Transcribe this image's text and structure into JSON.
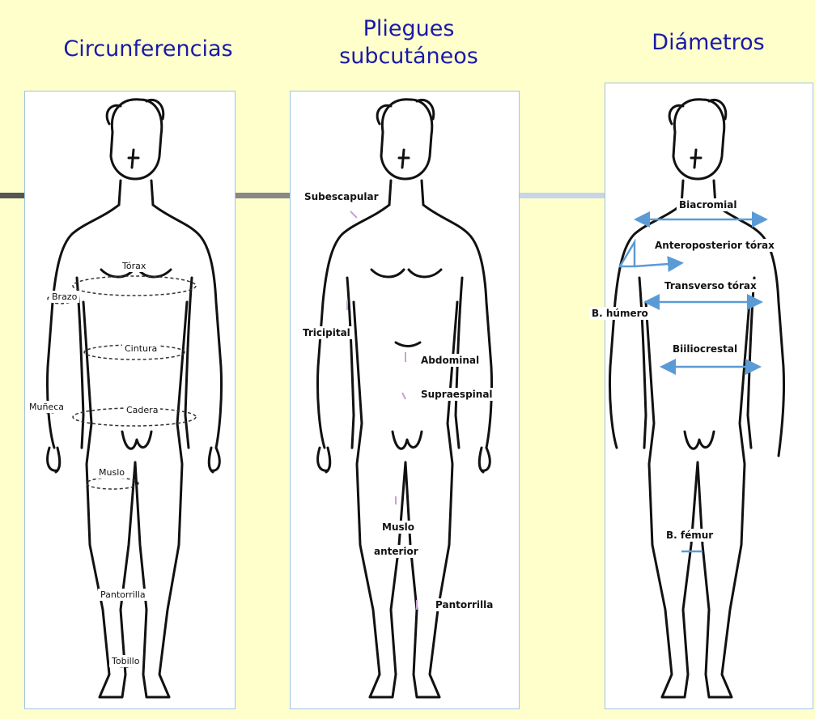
{
  "titles": {
    "circ": "Circunferencias",
    "pliegues_1": "Pliegues",
    "pliegues_2": "subcutáneos",
    "diam": "Diámetros"
  },
  "circunferencias": {
    "torax": "Tórax",
    "brazo": "Brazo",
    "cintura": "Cintura",
    "muneca": "Muñeca",
    "cadera": "Cadera",
    "muslo": "Muslo",
    "pantorrilla": "Pantorrilla",
    "tobillo": "Tobillo"
  },
  "pliegues": {
    "subescapular": "Subescapular",
    "tricipital": "Tricipital",
    "abdominal": "Abdominal",
    "supraespinal": "Supraespinal",
    "muslo": "Muslo",
    "anterior": "anterior",
    "pantorrilla": "Pantorrilla"
  },
  "diametros": {
    "biacromial": "Biacromial",
    "anteroposterior": "Anteroposterior tórax",
    "transverso": "Transverso tórax",
    "humero": "B. húmero",
    "biiliocrestal": "Biiliocrestal",
    "femur": "B. fémur"
  },
  "colors": {
    "title": "#1a1aa8",
    "background": "#ffffcc",
    "panel_border": "#9dc3e6",
    "arrow": "#5b9bd5",
    "mark": "#c8a0d8"
  }
}
